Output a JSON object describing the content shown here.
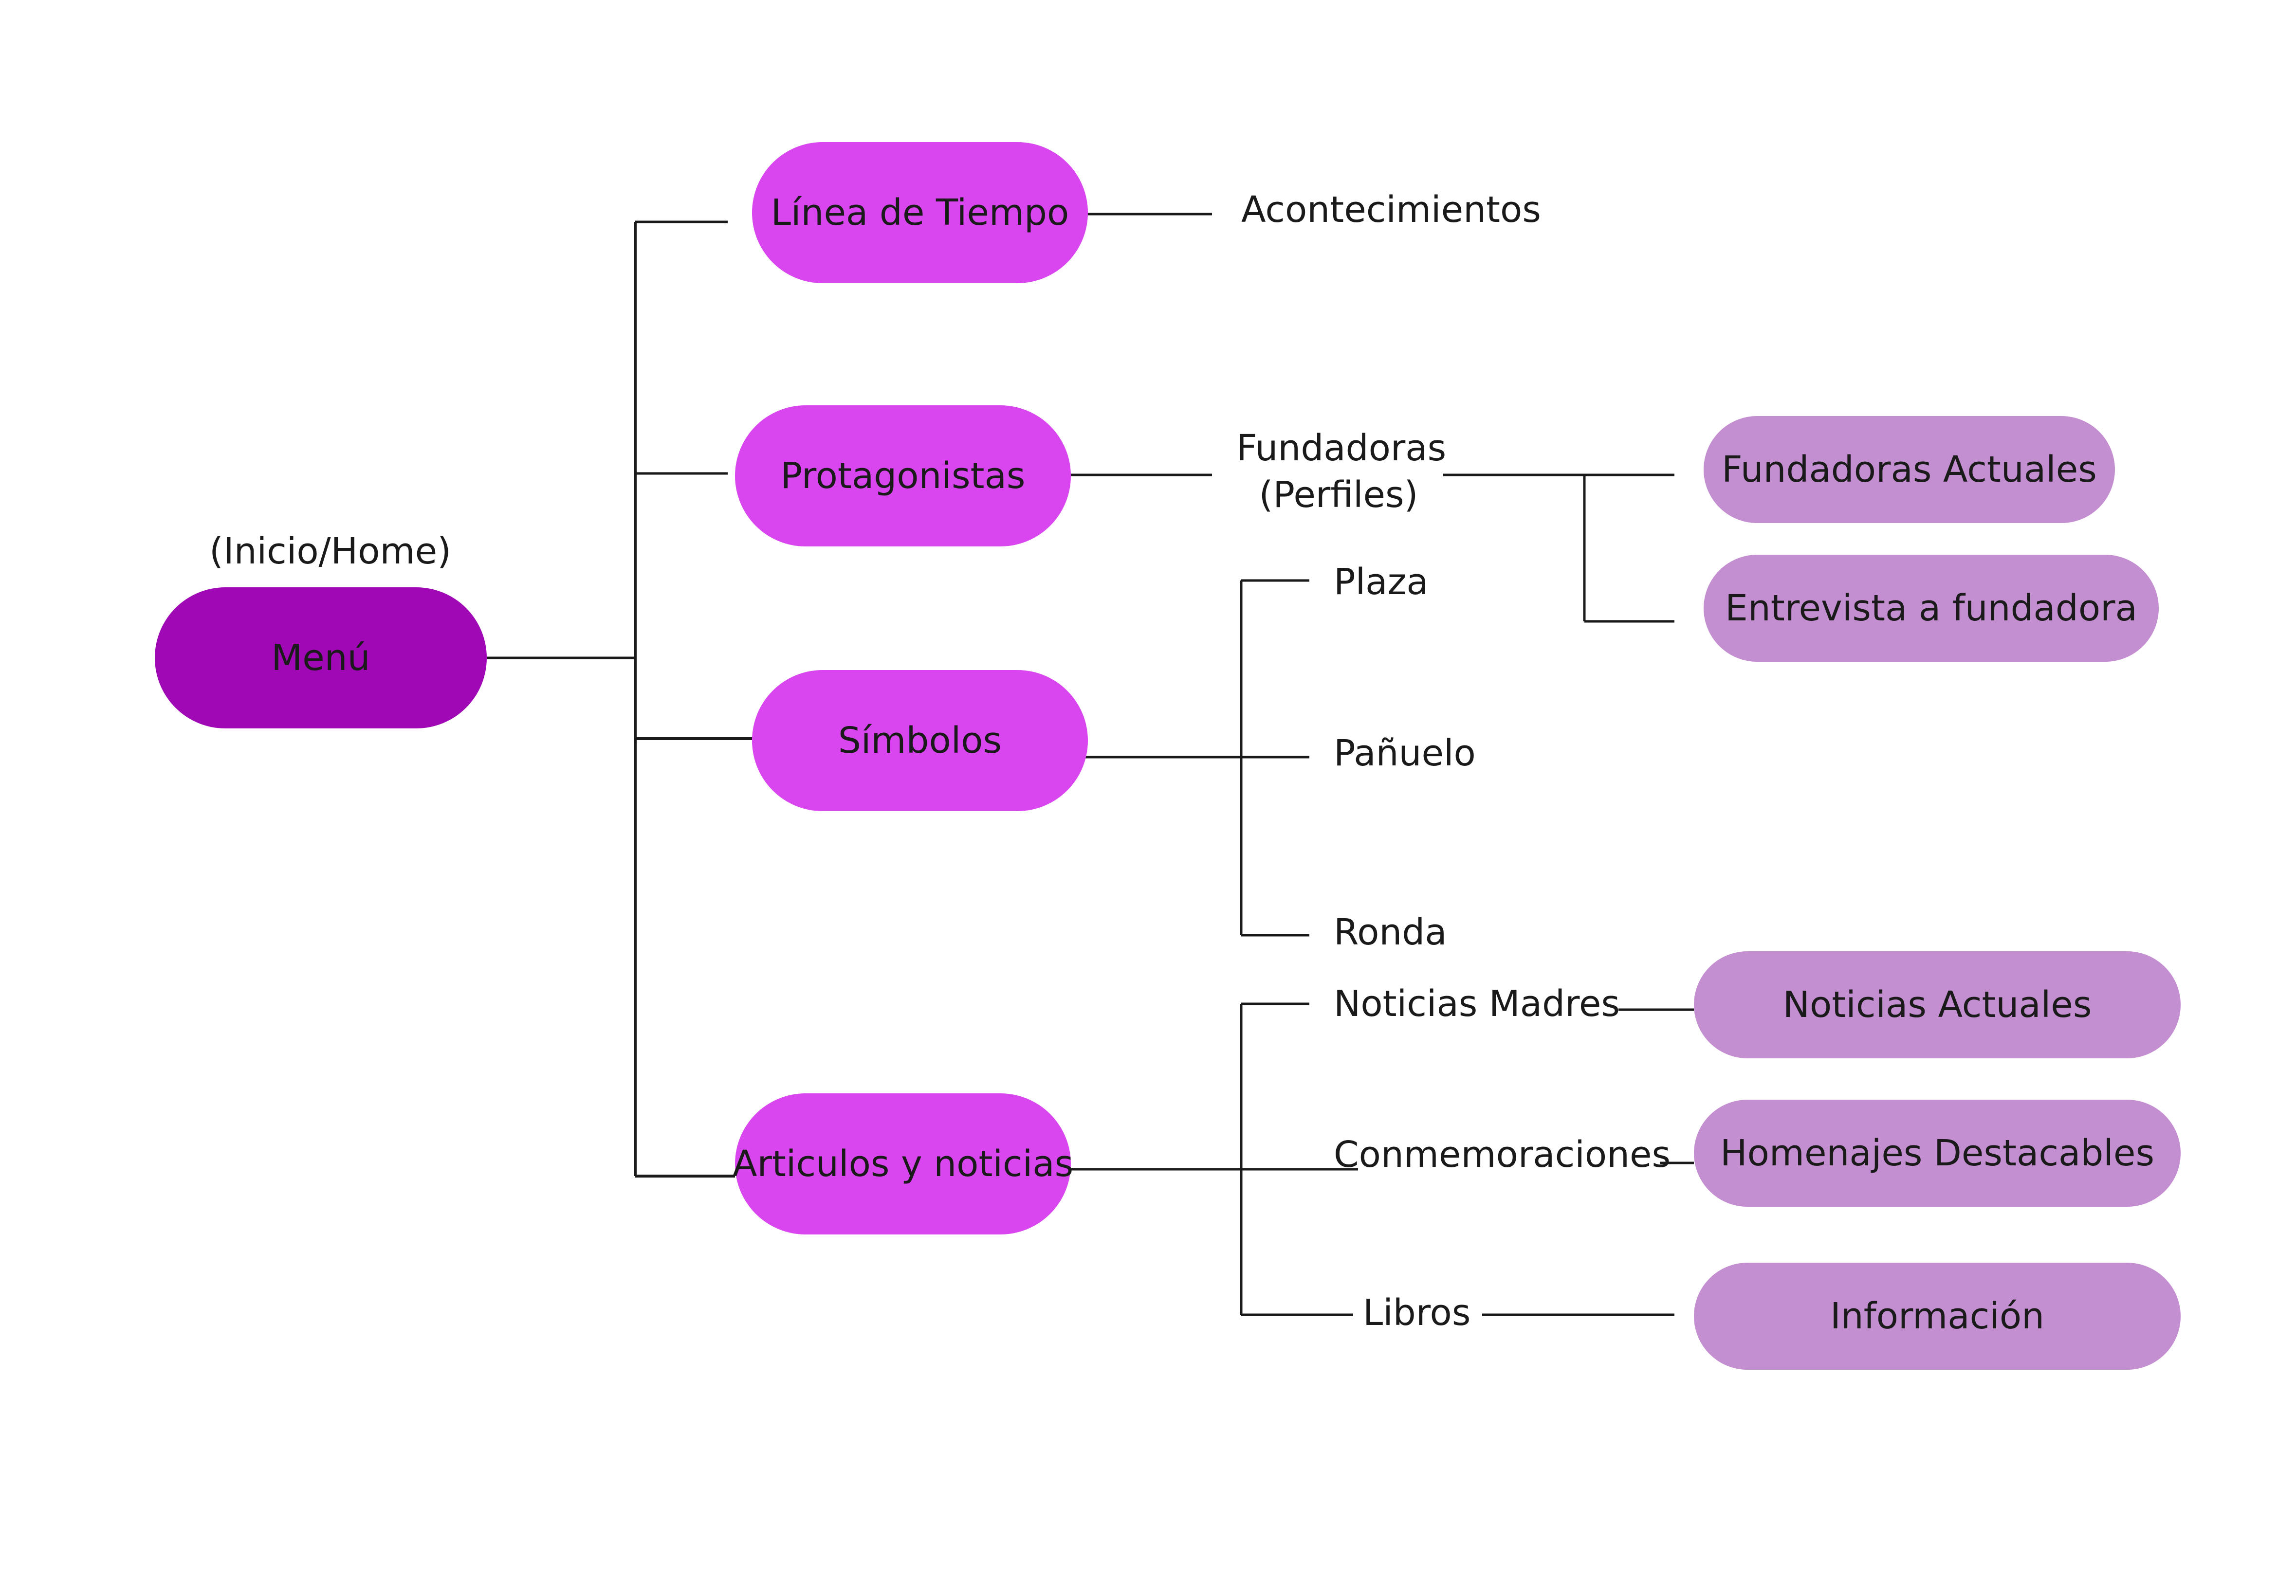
{
  "colors": {
    "root": "#a008b6",
    "level1": "#d946ef",
    "level3": "#c48fd0",
    "line": "#1a1a1a"
  },
  "root": {
    "caption": "(Inicio/Home)",
    "label": "Menú"
  },
  "level1": [
    {
      "label": "Línea de Tiempo"
    },
    {
      "label": "Protagonistas"
    },
    {
      "label": "Símbolos"
    },
    {
      "label": "Articulos y noticias"
    }
  ],
  "level2": [
    {
      "label": "Acontecimientos"
    },
    {
      "label": "Fundadoras\n(Perfiles)"
    },
    {
      "label": "Plaza"
    },
    {
      "label": "Pañuelo"
    },
    {
      "label": "Ronda"
    },
    {
      "label": "Noticias Madres"
    },
    {
      "label": "Conmemoraciones"
    },
    {
      "label": "Libros"
    }
  ],
  "level3": [
    {
      "label": "Fundadoras Actuales"
    },
    {
      "label": "Entrevista a fundadora"
    },
    {
      "label": "Noticias Actuales"
    },
    {
      "label": "Homenajes Destacables"
    },
    {
      "label": "Información"
    }
  ]
}
